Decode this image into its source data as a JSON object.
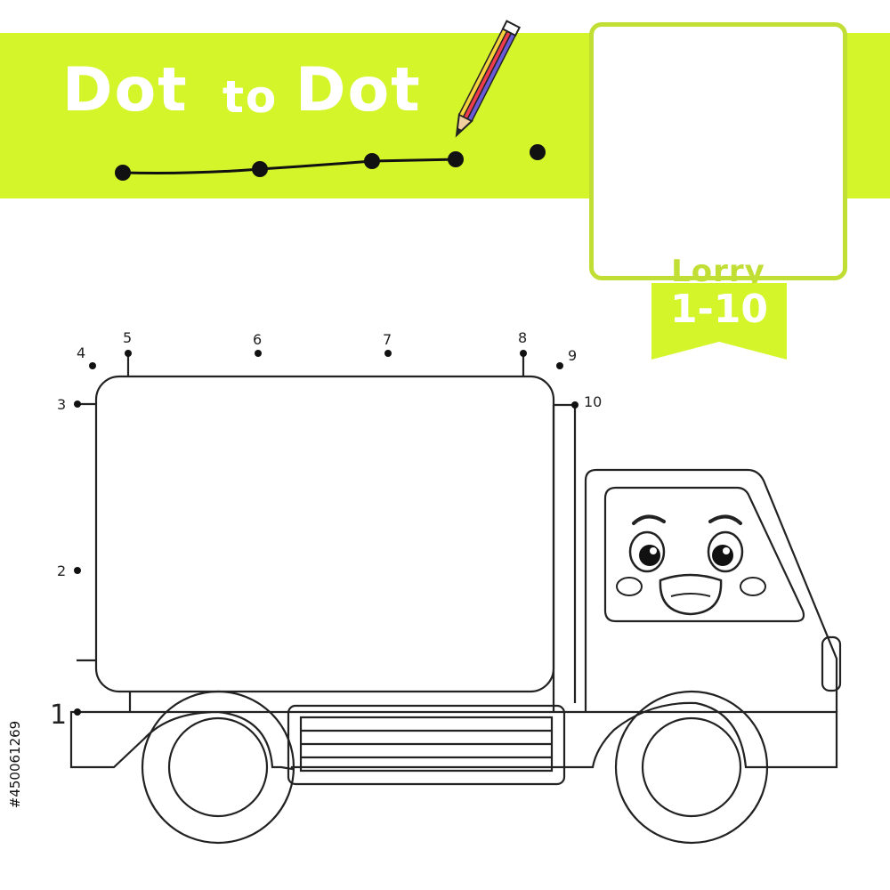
{
  "header": {
    "title_part1": "Dot",
    "title_part2": "to",
    "title_part3": "Dot",
    "accent_color": "#d4f52a"
  },
  "card": {
    "label": "Lorry",
    "border_color": "#c1de35"
  },
  "range_label": "1-10",
  "dots": {
    "labels": [
      "1",
      "2",
      "3",
      "4",
      "5",
      "6",
      "7",
      "8",
      "9",
      "10"
    ]
  },
  "credit": "#450061269",
  "colors": {
    "truck_box": "#e6e6e6",
    "truck_cab": "#d9d9d9",
    "wheel": "#555555",
    "cheek": "#f7b9b9",
    "mouth": "#e8413c"
  }
}
